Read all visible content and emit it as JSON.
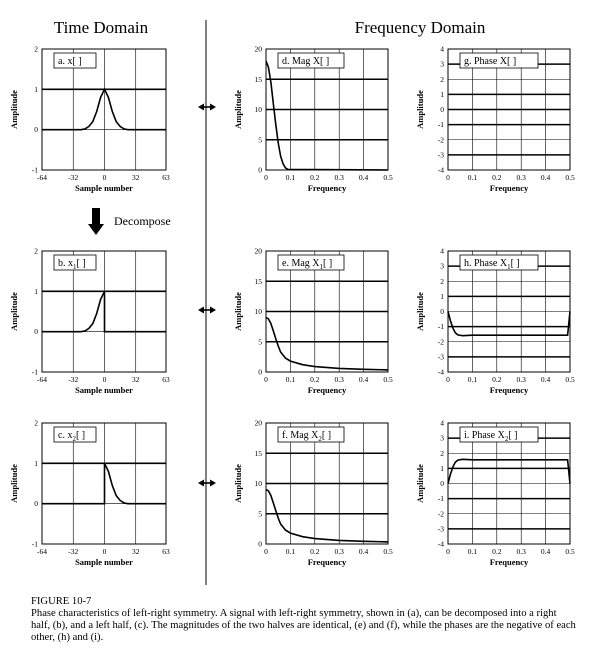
{
  "figure": {
    "number": "FIGURE 10-7",
    "caption": "Phase characteristics of left-right symmetry.  A signal with left-right symmetry, shown in (a), can be decomposed into a right half, (b), and a left half, (c).  The magnitudes of the two halves are identical, (e) and (f), while the  phases are the negative of each other, (h) and (i).",
    "time_domain_heading": "Time Domain",
    "frequency_domain_heading": "Frequency Domain",
    "decompose_label": "Decompose"
  },
  "chart_data": [
    {
      "id": "a",
      "type": "line",
      "label": "a.  x[ ]",
      "label_sub": "",
      "xlabel": "Sample number",
      "ylabel": "Amplitude",
      "xlim": [
        -64,
        63
      ],
      "ylim": [
        -1,
        2
      ],
      "xticks": [
        -64,
        -32,
        0,
        32,
        63
      ],
      "yticks": [
        -1,
        0,
        1,
        2
      ],
      "grid_y": [
        1
      ],
      "series": [
        {
          "x": [
            -64,
            -24,
            -20,
            -16,
            -12,
            -8,
            -4,
            0,
            4,
            8,
            12,
            16,
            20,
            24,
            63
          ],
          "y": [
            0,
            0,
            0.02,
            0.08,
            0.2,
            0.45,
            0.8,
            1,
            0.8,
            0.45,
            0.2,
            0.08,
            0.02,
            0,
            0
          ]
        }
      ]
    },
    {
      "id": "b",
      "type": "line",
      "label": "b.  x",
      "label_sub": "1",
      "label_end": "[ ]",
      "xlabel": "Sample number",
      "ylabel": "Amplitude",
      "xlim": [
        -64,
        63
      ],
      "ylim": [
        -1,
        2
      ],
      "xticks": [
        -64,
        -32,
        0,
        32,
        63
      ],
      "yticks": [
        -1,
        0,
        1,
        2
      ],
      "grid_y": [
        1
      ],
      "series": [
        {
          "x": [
            -64,
            -24,
            -20,
            -16,
            -12,
            -8,
            -4,
            0,
            0.01,
            63
          ],
          "y": [
            0,
            0,
            0.02,
            0.08,
            0.2,
            0.45,
            0.8,
            1,
            0,
            0
          ]
        }
      ]
    },
    {
      "id": "c",
      "type": "line",
      "label": "c.  x",
      "label_sub": "2",
      "label_end": "[ ]",
      "xlabel": "Sample number",
      "ylabel": "Amplitude",
      "xlim": [
        -64,
        63
      ],
      "ylim": [
        -1,
        2
      ],
      "xticks": [
        -64,
        -32,
        0,
        32,
        63
      ],
      "yticks": [
        -1,
        0,
        1,
        2
      ],
      "grid_y": [
        1
      ],
      "series": [
        {
          "x": [
            -64,
            -0.01,
            0,
            4,
            8,
            12,
            16,
            20,
            24,
            63
          ],
          "y": [
            0,
            0,
            1,
            0.8,
            0.45,
            0.2,
            0.08,
            0.02,
            0,
            0
          ]
        }
      ]
    },
    {
      "id": "d",
      "type": "line",
      "label": "d.  Mag X[ ]",
      "label_sub": "",
      "xlabel": "Frequency",
      "ylabel": "Amplitude",
      "xlim": [
        0,
        0.5
      ],
      "ylim": [
        0,
        20
      ],
      "xticks": [
        0,
        0.1,
        0.2,
        0.3,
        0.4,
        0.5
      ],
      "yticks": [
        0,
        5,
        10,
        15,
        20
      ],
      "grid_y": [
        5,
        10,
        15
      ],
      "series": [
        {
          "x": [
            0,
            0.01,
            0.02,
            0.03,
            0.04,
            0.05,
            0.06,
            0.07,
            0.08,
            0.09,
            0.5
          ],
          "y": [
            18,
            17,
            14.5,
            11,
            7.5,
            4.5,
            2.3,
            1,
            0.35,
            0.1,
            0
          ]
        }
      ]
    },
    {
      "id": "e",
      "type": "line",
      "label": "e.  Mag X",
      "label_sub": "1",
      "label_end": "[ ]",
      "xlabel": "Frequency",
      "ylabel": "Amplitude",
      "xlim": [
        0,
        0.5
      ],
      "ylim": [
        0,
        20
      ],
      "xticks": [
        0,
        0.1,
        0.2,
        0.3,
        0.4,
        0.5
      ],
      "yticks": [
        0,
        5,
        10,
        15,
        20
      ],
      "grid_y": [
        5,
        10,
        15
      ],
      "series": [
        {
          "x": [
            0,
            0.01,
            0.02,
            0.03,
            0.04,
            0.05,
            0.06,
            0.08,
            0.1,
            0.15,
            0.2,
            0.3,
            0.4,
            0.5
          ],
          "y": [
            9,
            8.8,
            8,
            6.8,
            5.5,
            4.3,
            3.3,
            2.3,
            1.8,
            1.2,
            0.9,
            0.6,
            0.45,
            0.35
          ]
        }
      ]
    },
    {
      "id": "f",
      "type": "line",
      "label": "f.  Mag X",
      "label_sub": "2",
      "label_end": "[ ]",
      "xlabel": "Frequency",
      "ylabel": "Amplitude",
      "xlim": [
        0,
        0.5
      ],
      "ylim": [
        0,
        20
      ],
      "xticks": [
        0,
        0.1,
        0.2,
        0.3,
        0.4,
        0.5
      ],
      "yticks": [
        0,
        5,
        10,
        15,
        20
      ],
      "grid_y": [
        5,
        10,
        15
      ],
      "series": [
        {
          "x": [
            0,
            0.01,
            0.02,
            0.03,
            0.04,
            0.05,
            0.06,
            0.08,
            0.1,
            0.15,
            0.2,
            0.3,
            0.4,
            0.5
          ],
          "y": [
            9,
            8.8,
            8,
            6.8,
            5.5,
            4.3,
            3.3,
            2.3,
            1.8,
            1.2,
            0.9,
            0.6,
            0.45,
            0.35
          ]
        }
      ]
    },
    {
      "id": "g",
      "type": "line",
      "label": "g.  Phase X[ ]",
      "label_sub": "",
      "xlabel": "Frequency",
      "ylabel": "Amplitude",
      "xlim": [
        0,
        0.5
      ],
      "ylim": [
        -4,
        4
      ],
      "xticks": [
        0,
        0.1,
        0.2,
        0.3,
        0.4,
        0.5
      ],
      "yticks": [
        -4,
        -3,
        -2,
        -1,
        0,
        1,
        2,
        3,
        4
      ],
      "grid_y": [
        -3,
        -1,
        1,
        3
      ],
      "series": [
        {
          "x": [
            0,
            0.5
          ],
          "y": [
            0,
            0
          ]
        }
      ]
    },
    {
      "id": "h",
      "type": "line",
      "label": "h.  Phase X",
      "label_sub": "1",
      "label_end": "[ ]",
      "xlabel": "Frequency",
      "ylabel": "Amplitude",
      "xlim": [
        0,
        0.5
      ],
      "ylim": [
        -4,
        4
      ],
      "xticks": [
        0,
        0.1,
        0.2,
        0.3,
        0.4,
        0.5
      ],
      "yticks": [
        -4,
        -3,
        -2,
        -1,
        0,
        1,
        2,
        3,
        4
      ],
      "grid_y": [
        -3,
        -1,
        1,
        3
      ],
      "series": [
        {
          "x": [
            0,
            0.01,
            0.02,
            0.03,
            0.04,
            0.06,
            0.08,
            0.1,
            0.2,
            0.3,
            0.4,
            0.49,
            0.5
          ],
          "y": [
            0,
            -0.6,
            -1.1,
            -1.4,
            -1.55,
            -1.6,
            -1.58,
            -1.57,
            -1.57,
            -1.57,
            -1.57,
            -1.57,
            0
          ]
        }
      ]
    },
    {
      "id": "i",
      "type": "line",
      "label": "i.  Phase X",
      "label_sub": "2",
      "label_end": "[ ]",
      "xlabel": "Frequency",
      "ylabel": "Amplitude",
      "xlim": [
        0,
        0.5
      ],
      "ylim": [
        -4,
        4
      ],
      "xticks": [
        0,
        0.1,
        0.2,
        0.3,
        0.4,
        0.5
      ],
      "yticks": [
        -4,
        -3,
        -2,
        -1,
        0,
        1,
        2,
        3,
        4
      ],
      "grid_y": [
        -3,
        -1,
        1,
        3
      ],
      "series": [
        {
          "x": [
            0,
            0.01,
            0.02,
            0.03,
            0.04,
            0.06,
            0.08,
            0.1,
            0.2,
            0.3,
            0.4,
            0.49,
            0.5
          ],
          "y": [
            0,
            0.6,
            1.1,
            1.4,
            1.55,
            1.6,
            1.58,
            1.57,
            1.57,
            1.57,
            1.57,
            1.57,
            0
          ]
        }
      ]
    }
  ]
}
